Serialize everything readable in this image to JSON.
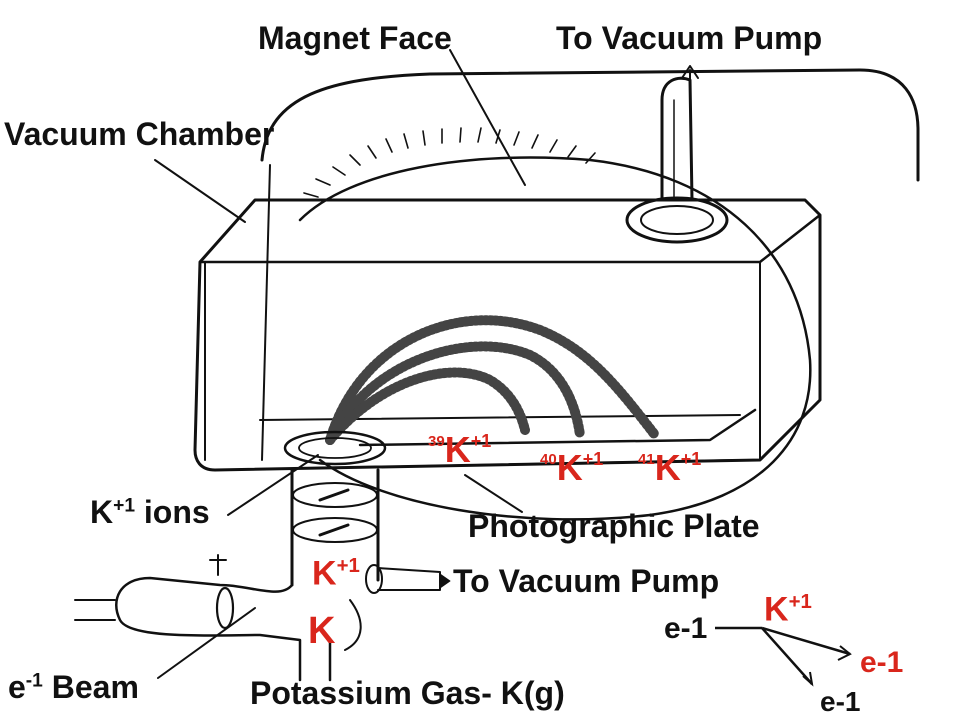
{
  "labels": {
    "magnet_face": "Magnet Face",
    "to_vacuum_pump_top": "To Vacuum Pump",
    "vacuum_chamber": "Vacuum Chamber",
    "k_ions_sym": "K",
    "k_ions_charge": "+1",
    "k_ions_word": " ions",
    "photographic_plate": "Photographic Plate",
    "to_vacuum_pump_bottom": "To Vacuum Pump",
    "beam_sym": "e",
    "beam_charge": "-1",
    "beam_word": " Beam",
    "potassium_gas": "Potassium Gas- K(g)"
  },
  "isotopes": [
    {
      "mass": "39",
      "symbol": "K",
      "charge": "+1"
    },
    {
      "mass": "40",
      "symbol": "K",
      "charge": "+1"
    },
    {
      "mass": "41",
      "symbol": "K",
      "charge": "+1"
    }
  ],
  "tube_labels": {
    "ion_sym": "K",
    "ion_charge": "+1",
    "atom_sym": "K"
  },
  "inset": {
    "electron_in": "e-1",
    "k_ion_sym": "K",
    "k_ion_charge": "+1",
    "electron_out_1": "e-1",
    "electron_out_2": "e-1"
  },
  "colors": {
    "label_text": "#111111",
    "isotope_red": "#d9261c",
    "line": "#111111"
  }
}
